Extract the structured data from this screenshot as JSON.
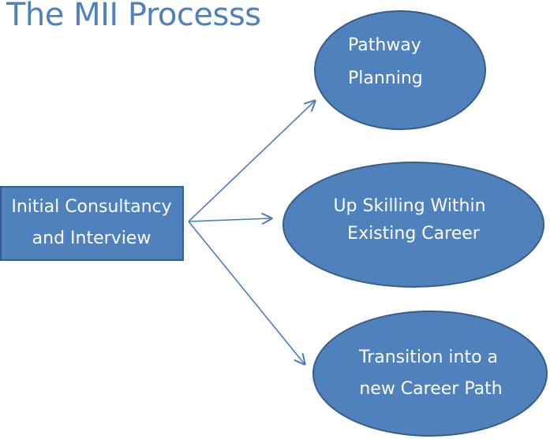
{
  "title": "The MII Processs",
  "colors": {
    "title": "#4f81bd",
    "shape_fill": "#4f81bd",
    "shape_stroke": "#385d8a",
    "arrow": "#4a7ebb",
    "text": "#ffffff"
  },
  "source_node": {
    "lines": [
      "Initial Consultancy",
      "and Interview"
    ]
  },
  "target_nodes": [
    {
      "lines": [
        "Pathway",
        "Planning"
      ]
    },
    {
      "lines": [
        "Up Skilling Within",
        "Existing Career"
      ]
    },
    {
      "lines": [
        "Transition into a",
        "new Career Path"
      ]
    }
  ]
}
